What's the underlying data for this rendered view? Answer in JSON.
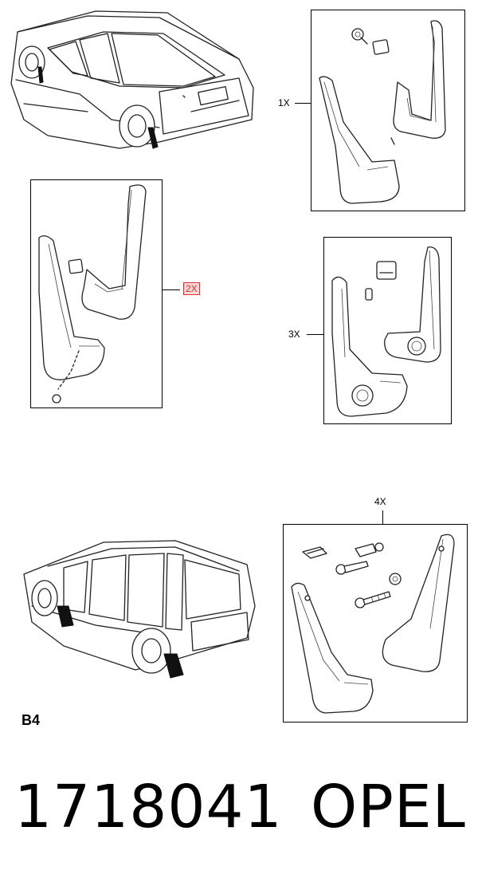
{
  "callouts": {
    "kit_1": "1X",
    "kit_2": "2X",
    "kit_3": "3X",
    "kit_4": "4X"
  },
  "footer": {
    "model_code": "B4",
    "part_number": "1718041",
    "brand": "OPEL"
  },
  "colors": {
    "line": "#222222",
    "highlight_border": "#e03030",
    "highlight_fill": "#fbd8d8"
  }
}
